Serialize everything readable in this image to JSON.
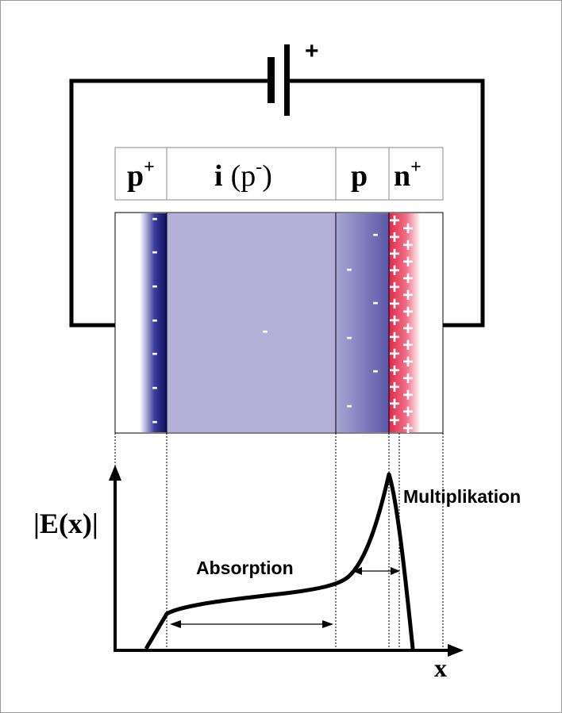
{
  "battery": {
    "plus_sign": "+"
  },
  "regions": [
    {
      "id": "p-plus",
      "base": "p",
      "sup": "+",
      "sup_style": "bold"
    },
    {
      "id": "i-region",
      "base": "i",
      "paren": "(p",
      "sup": "-",
      "paren_close": ")"
    },
    {
      "id": "p",
      "base": "p"
    },
    {
      "id": "n-plus",
      "base": "n",
      "sup": "+"
    }
  ],
  "charges": {
    "minus": "-",
    "plus": "+"
  },
  "graph": {
    "y_label": "|E(x)|",
    "x_label": "x",
    "absorption_label": "Absorption",
    "multiplication_label": "Multiplikation"
  },
  "colors": {
    "line": "#000000",
    "depletion_dark": "#1a1a78",
    "intrinsic": "#b3afd6",
    "p_region": "#7f7dc0",
    "n_region": "#e03050"
  }
}
